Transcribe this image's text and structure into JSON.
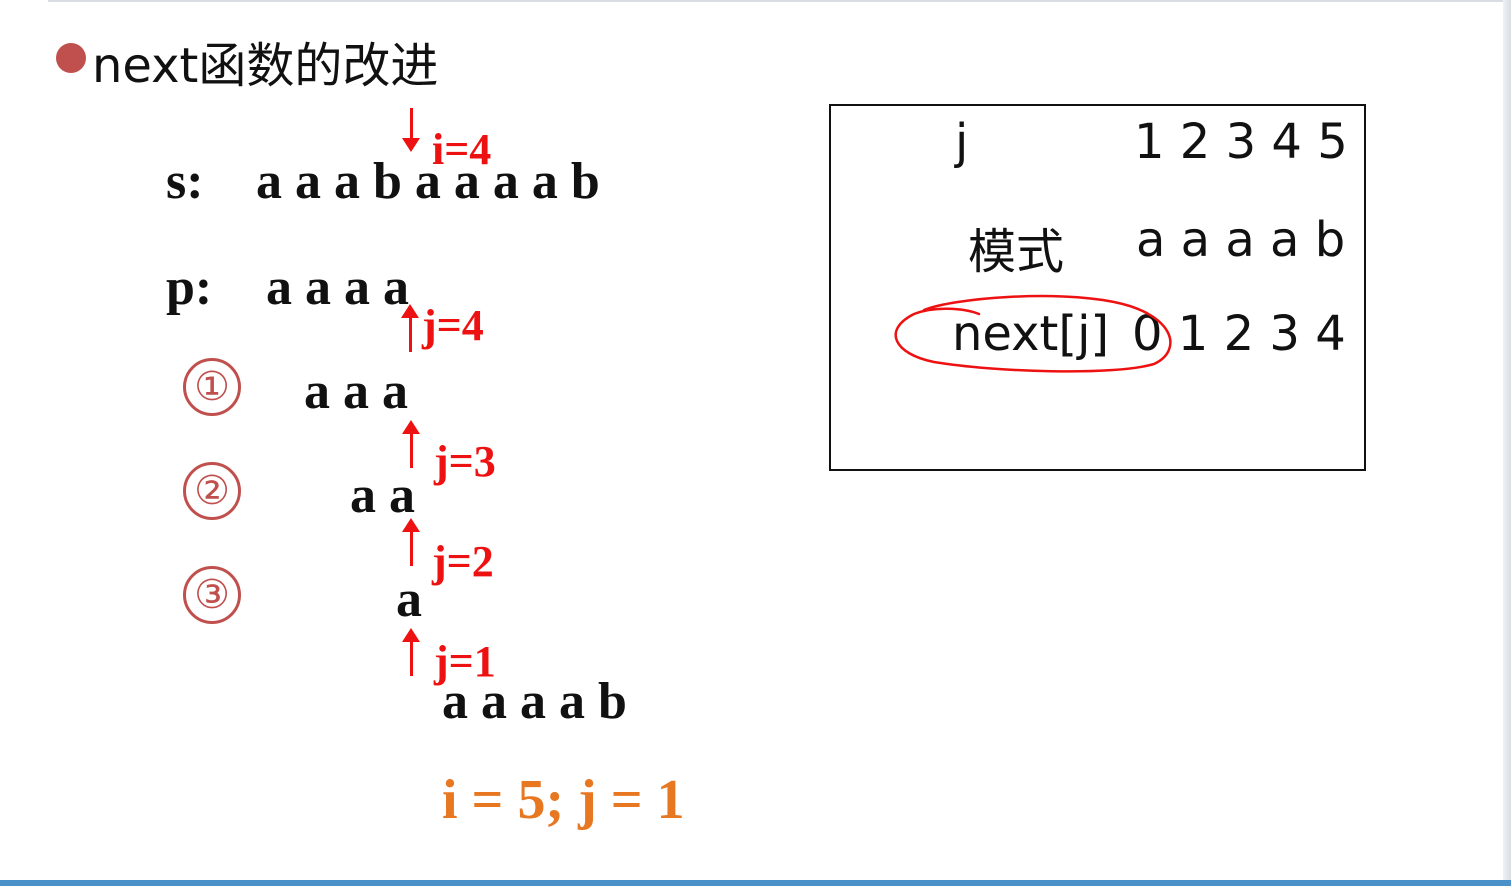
{
  "title": "next函数的改进",
  "s_row": {
    "label": "s:",
    "chars": "a a a b a a a a b"
  },
  "p_row": {
    "label": "p:",
    "chars": "a a a a"
  },
  "annotations": {
    "i4": "i=4",
    "j4": "j=4",
    "j3": "j=3",
    "j2": "j=2",
    "j1": "j=1"
  },
  "steps": [
    {
      "marker": "①",
      "chars": "a a a"
    },
    {
      "marker": "②",
      "chars": "a a"
    },
    {
      "marker": "③",
      "chars": "a"
    }
  ],
  "final_pattern": "a a a a b",
  "result": "i = 5; j = 1",
  "table": {
    "rows": [
      {
        "header": "j",
        "values": "1 2 3 4 5"
      },
      {
        "header": "模式",
        "values": "a a a a b"
      },
      {
        "header": "next[j]",
        "values": "0 1 2 3 4"
      }
    ]
  },
  "colors": {
    "accent_red": "#ee1111",
    "bullet": "#c0504d",
    "orange": "#e87722"
  }
}
